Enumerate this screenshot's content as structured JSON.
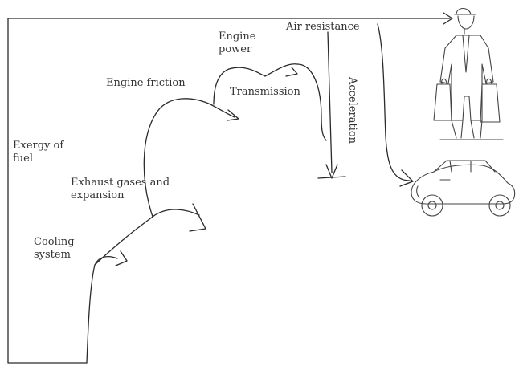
{
  "labels": {
    "exergy_fuel": "Exergy of fuel",
    "cooling_system": "Cooling system",
    "exhaust": "Exhaust gases and expansion",
    "engine_friction": "Engine friction",
    "engine_power": "Engine power",
    "transmission": "Transmission",
    "air_resistance": "Air resistance",
    "acceleration": "Acceleration"
  }
}
